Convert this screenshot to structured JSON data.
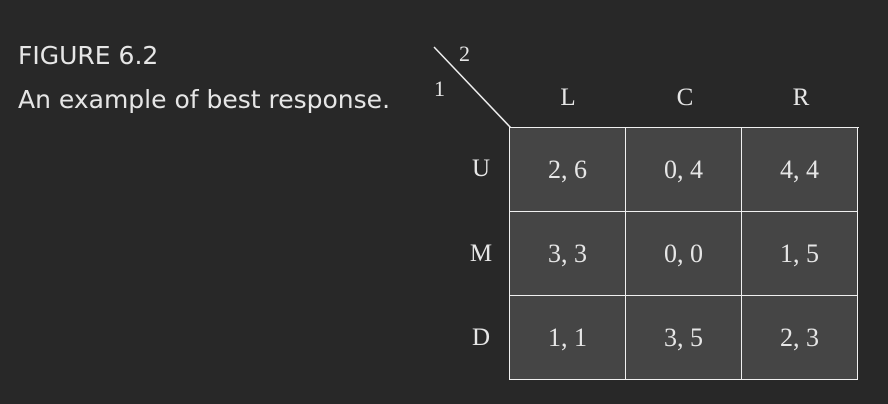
{
  "caption": {
    "figure_number": "FIGURE 6.2",
    "title": "An example of best response."
  },
  "players": {
    "column_player": "2",
    "row_player": "1"
  },
  "columns": [
    "L",
    "C",
    "R"
  ],
  "rows": [
    "U",
    "M",
    "D"
  ],
  "payoffs": [
    [
      "2, 6",
      "0, 4",
      "4, 4"
    ],
    [
      "3, 3",
      "0, 0",
      "1, 5"
    ],
    [
      "1, 1",
      "3, 5",
      "2, 3"
    ]
  ],
  "colors": {
    "background": "#282828",
    "cell_fill": "#454545",
    "grid_lines": "#f0f0f0",
    "text": "#e6e6e6"
  }
}
